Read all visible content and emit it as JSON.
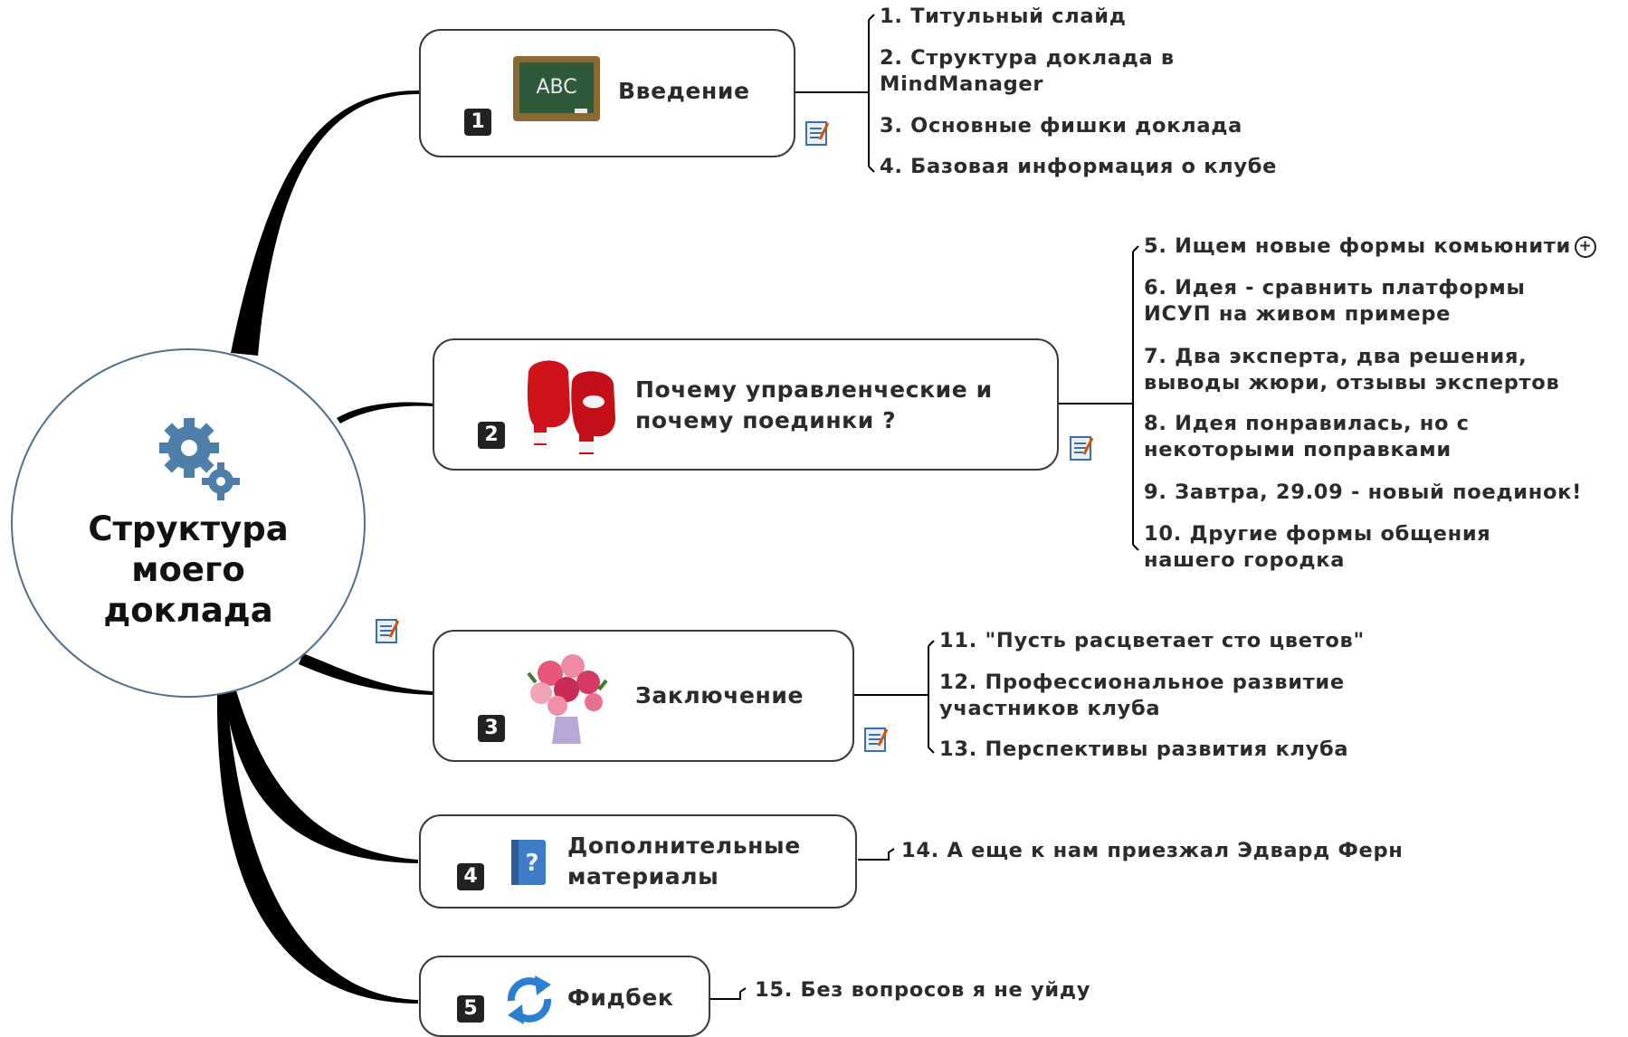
{
  "center": {
    "title": "Структура\nмоего\nдоклада",
    "icon": "gears-icon"
  },
  "topics": [
    {
      "number": "1",
      "title": "Введение",
      "icon": "chalkboard-icon",
      "subtopics": [
        "1. Титульный слайд",
        "2. Структура доклада в\nMindManager",
        "3. Основные фишки доклада",
        "4. Базовая информация о клубе"
      ]
    },
    {
      "number": "2",
      "title": "Почему управленческие и\nпочему поединки ?",
      "icon": "boxing-gloves-icon",
      "subtopics": [
        "5. Ищем новые формы комьюнити",
        "6. Идея - сравнить платформы\nИСУП на живом примере",
        "7. Два эксперта, два решения,\nвыводы жюри, отзывы экспертов",
        "8. Идея понравилась, но с\nнекоторыми поправками",
        "9. Завтра, 29.09 - новый поединок!",
        "10. Другие формы общения\nнашего городка"
      ]
    },
    {
      "number": "3",
      "title": "Заключение",
      "icon": "flower-bouquet-icon",
      "subtopics": [
        "11. \"Пусть расцветает сто цветов\"",
        "12. Профессиональное развитие\nучастников клуба",
        "13. Перспективы развития клуба"
      ]
    },
    {
      "number": "4",
      "title": "Дополнительные\nматериалы",
      "icon": "help-book-icon",
      "subtopics": [
        "14. А еще к нам приезжал Эдвард Ферн"
      ]
    },
    {
      "number": "5",
      "title": "Фидбек",
      "icon": "refresh-arrows-icon",
      "subtopics": [
        "15. Без вопросов я не уйду"
      ]
    }
  ],
  "expand_symbol": "+",
  "colors": {
    "branch": "#000000",
    "center_border": "#4f6f8f",
    "badge": "#222222",
    "chalkboard": "#2f5a3a",
    "gloves": "#d0121b"
  }
}
